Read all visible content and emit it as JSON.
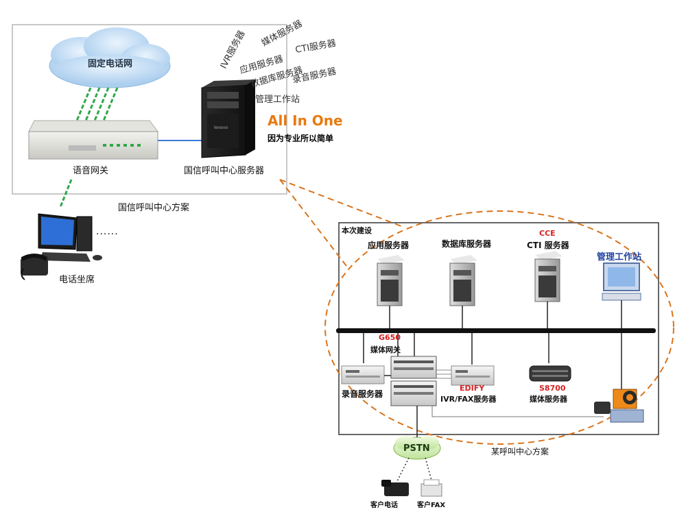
{
  "left_panel": {
    "cloud_label": "固定电话网",
    "gateway_label": "语音网关",
    "server_label": "国信呼叫中心服务器",
    "caption": "国信呼叫中心方案",
    "agent_label": "电话坐席",
    "dots": "......",
    "server_roles": [
      "IVR服务器",
      "媒体服务器",
      "应用服务器",
      "CTI服务器",
      "数据库服务器",
      "录音服务器",
      "管理工作站"
    ],
    "slogan": "All In One",
    "tagline": "因为专业所以简单"
  },
  "right_panel": {
    "title": "本次建设",
    "caption": "某呼叫中心方案",
    "app_server": "应用服务器",
    "db_server": "数据库服务器",
    "cce_tag": "CCE",
    "cti_server": "CTI 服务器",
    "mgmt_station": "管理工作站",
    "g650_tag": "G650",
    "media_gateway": "媒体网关",
    "record_server": "录音服务器",
    "edify_tag": "EDIFY",
    "ivr_fax_server": "IVR/FAX服务器",
    "s8700_tag": "S8700",
    "media_server": "媒体服务器",
    "pstn": "PSTN",
    "customer_phone": "客户电话",
    "customer_fax": "客户FAX"
  },
  "colors": {
    "orange_dash": "#d9731a",
    "green_link": "#2ea84a",
    "blue_link": "#3a7bd5",
    "accent_red": "#d62020",
    "slogan_orange": "#e87a10"
  }
}
